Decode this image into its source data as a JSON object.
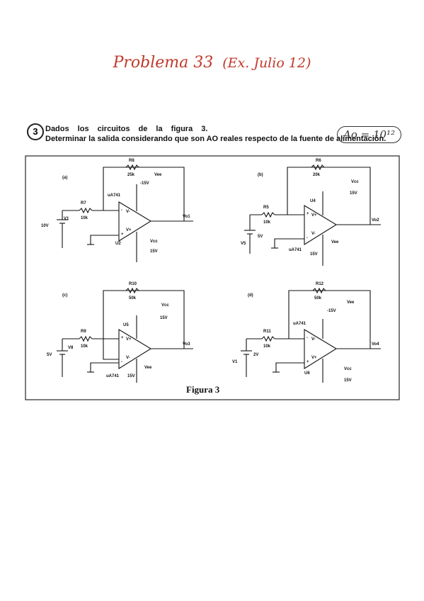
{
  "handwritten_title": {
    "main": "Problema 33",
    "sub": "(Ex. Julio 12)"
  },
  "question": {
    "number": "3",
    "line1": "Dados los circuitos de la figura 3.",
    "line2": "Determinar la salida considerando que son AO reales respecto de la fuente de alimentación.",
    "note": "Ao = 10¹²"
  },
  "figure_caption": "Figura 3",
  "circuits": {
    "a": {
      "label": "(a)",
      "r_in": "R7",
      "r_in_val": "10k",
      "r_fb": "R8",
      "r_fb_val": "25k",
      "source": "V1",
      "source_val": "10V",
      "opamp": "U2",
      "model": "uA741",
      "out": "Vo1",
      "vee": "Vee",
      "vee_val": "-15V",
      "vcc": "Vcc",
      "vcc_val": "15V"
    },
    "b": {
      "label": "(b)",
      "r_in": "R5",
      "r_in_val": "10k",
      "r_fb": "R6",
      "r_fb_val": "20k",
      "source": "V5",
      "source_val": "5V",
      "opamp": "U4",
      "model": "uA741",
      "out": "Vo2",
      "vee": "Vee",
      "vee_val": "15V",
      "vcc": "Vcc",
      "vcc_val": "15V"
    },
    "c": {
      "label": "(c)",
      "r_in": "R9",
      "r_in_val": "10k",
      "r_fb": "R10",
      "r_fb_val": "50k",
      "source": "V8",
      "source_val": "5V",
      "opamp": "U5",
      "model": "uA741",
      "out": "Vo3",
      "vee": "Vee",
      "vee_val": "15V",
      "vcc": "Vcc",
      "vcc_val": "15V"
    },
    "d": {
      "label": "(d)",
      "r_in": "R11",
      "r_in_val": "10k",
      "r_fb": "R12",
      "r_fb_val": "50k",
      "source": "V1",
      "source_val": "2V",
      "opamp": "U6",
      "model": "uA741",
      "out": "Vo4",
      "vee": "Vee",
      "vee_val": "-15V",
      "vcc": "Vcc",
      "vcc_val": "15V"
    }
  }
}
